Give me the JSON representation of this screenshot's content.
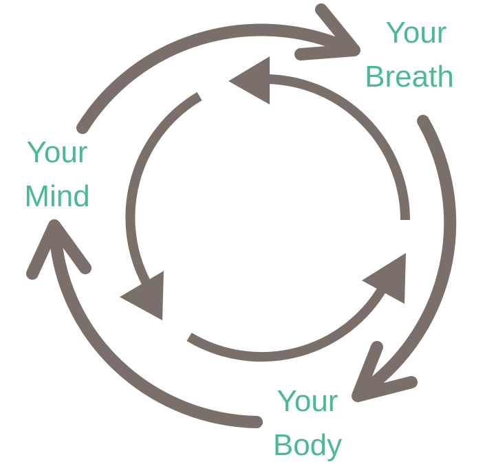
{
  "colors": {
    "arrow": "#7b6f6c",
    "text": "#4bb996"
  },
  "labels": {
    "breath": {
      "line1": "Your",
      "line2": "Breath"
    },
    "mind": {
      "line1": "Your",
      "line2": "Mind"
    },
    "body": {
      "line1": "Your",
      "line2": "Body"
    }
  }
}
